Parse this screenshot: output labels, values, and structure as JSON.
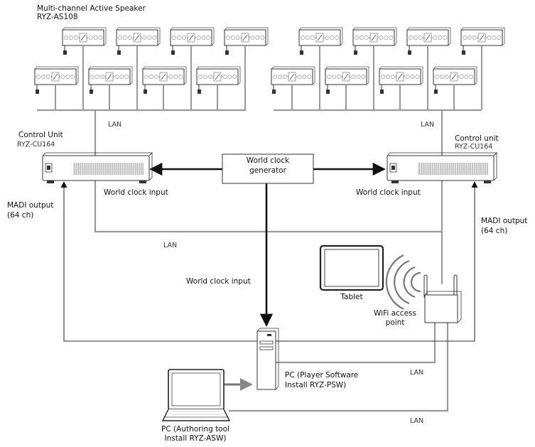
{
  "speaker_system": {
    "title": "Multi-channel Active Speaker",
    "model": "RYZ-AS108"
  },
  "control_unit_left": {
    "title": "Control Unit",
    "model": "RYZ-CU164"
  },
  "control_unit_right": {
    "title": "Control unit",
    "model": "RYZ-CU164"
  },
  "world_clock_generator": {
    "line1": "World clock",
    "line2": "generator"
  },
  "labels": {
    "lan_top_left": "LAN",
    "lan_top_right": "LAN",
    "lan_middle": "LAN",
    "lan_pc": "LAN",
    "lan_laptop": "LAN",
    "world_clock_input_left": "World clock input",
    "world_clock_input_right": "World clock input",
    "world_clock_input_pc": "World clock input",
    "madi_left_line1": "MADI output",
    "madi_left_line2": "(64 ch)",
    "madi_right_line1": "MADI output",
    "madi_right_line2": "(64 ch)",
    "tablet": "Tablet",
    "wifi_line1": "WiFi access",
    "wifi_line2": "point",
    "pc_player_line1": "PC (Player Software",
    "pc_player_line2": "Install RYZ-PSW)",
    "pc_author_line1": "PC (Authoring tool",
    "pc_author_line2": "Install RYZ-ASW)"
  },
  "colors": {
    "lan_line": "#999999",
    "clock_line": "#111111",
    "device_stroke": "#333333"
  }
}
